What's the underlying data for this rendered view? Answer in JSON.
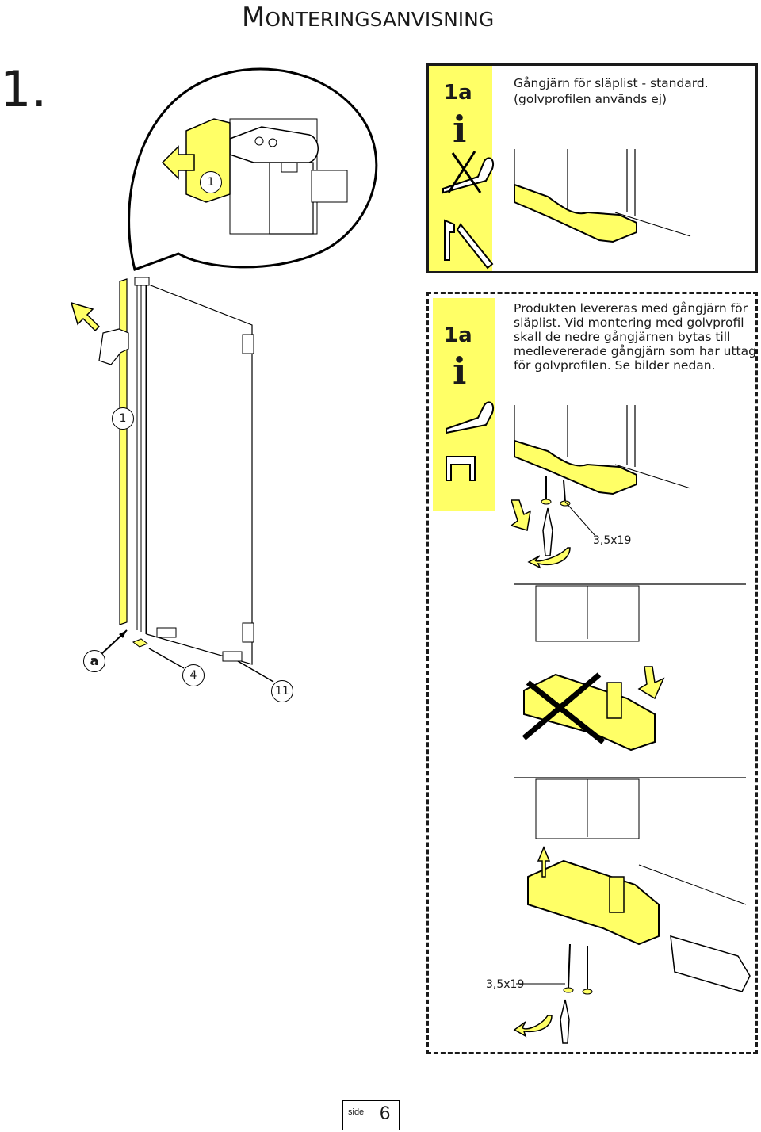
{
  "title": {
    "first": "M",
    "rest": "ONTERINGSANVISNING"
  },
  "step_number": "1.",
  "box1": {
    "label": "1a",
    "info": "i",
    "line1": "Gångjärn för släplist - standard.",
    "line2": "(golvprofilen används ej)"
  },
  "box2": {
    "label": "1a",
    "info": "i",
    "lines": [
      "Produkten levereras med gångjärn för",
      "släplist. Vid montering med golvprofil",
      "skall de nedre gångjärnen bytas till",
      "medlevererade gångjärn som har uttag",
      "för golvprofilen. Se bilder nedan."
    ],
    "screw_label_1": "3,5x19",
    "screw_label_2": "3,5x19"
  },
  "callouts": {
    "detail_1": "1",
    "strip_1": "1",
    "part_a": "a",
    "part_4": "4",
    "part_11": "11"
  },
  "footer": {
    "side_label": "side",
    "page": "6"
  },
  "colors": {
    "highlight": "#ffff66",
    "line": "#1a1a1a"
  }
}
